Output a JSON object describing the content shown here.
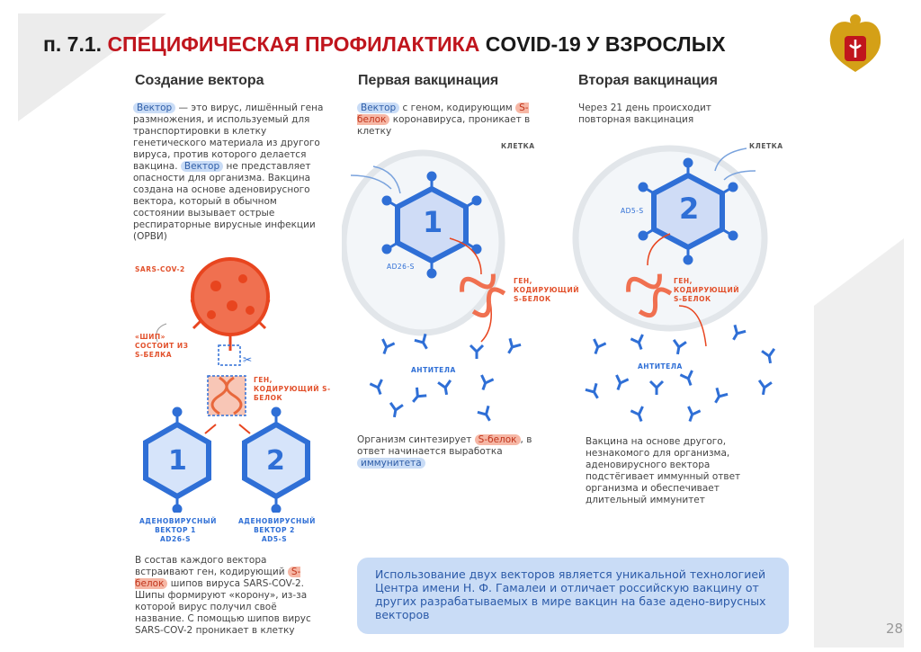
{
  "header": {
    "section": "п. 7.1.",
    "title_red": "СПЕЦИФИЧЕСКАЯ ПРОФИЛАКТИКА",
    "title_black": "COVID-19 У ВЗРОСЛЫХ",
    "emblem": "russian-coat-of-arms-emblem"
  },
  "col1": {
    "heading": "Создание вектора",
    "intro": {
      "hl1": "Вектор",
      "t1": " — это вирус, лишённый гена размножения, и используемый для транспортировки в клетку генетического материала из другого вируса, против которого делается вакцина. ",
      "hl2": "Вектор",
      "t2": " не представляет опасности для организма. Вакцина создана на основе аденовирусного вектора, который в обычном состоянии вызывает острые респираторные вирусные инфекции (ОРВИ)"
    },
    "sars_label": "SARS-COV-2",
    "spike_label": "«ШИП» СОСТОИТ ИЗ S-БЕЛКА",
    "gene_label": "ГЕН, КОДИРУЮЩИЙ S-БЕЛОК",
    "vector1": {
      "number": "1",
      "label": "АДЕНОВИРУСНЫЙ ВЕКТОР 1",
      "code": "AD26-S"
    },
    "vector2": {
      "number": "2",
      "label": "АДЕНОВИРУСНЫЙ ВЕКТОР 2",
      "code": "AD5-S"
    },
    "outro": {
      "t1": "В состав каждого вектора встраивают ген, кодирующий ",
      "hl": "S-белок",
      "t2": " шипов вируса SARS-COV-2. Шипы формируют «корону», из-за которой вирус получил своё название. С помощью шипов вирус SARS-COV-2 проникает в клетку"
    }
  },
  "col2": {
    "heading": "Первая вакцинация",
    "intro": {
      "hl1": "Вектор",
      "t1": " с геном, кодирующим ",
      "hl2": "S-белок",
      "t2": " коронавируса, проникает в клетку"
    },
    "cell_label": "КЛЕТКА",
    "vector_number": "1",
    "vector_code": "AD26-S",
    "gene_label": "ГЕН, КОДИРУЮЩИЙ S-БЕЛОК",
    "antibodies_label": "АНТИТЕЛА",
    "outro": {
      "t1": "Организм синтезирует ",
      "hl1": "S-белок",
      "t2": ", в ответ начинается выработка ",
      "hl2": "иммунитета"
    }
  },
  "col3": {
    "heading": "Вторая вакцинация",
    "intro": "Через 21 день происходит повторная вакцинация",
    "cell_label": "КЛЕТКА",
    "vector_number": "2",
    "vector_code": "AD5-S",
    "gene_label": "ГЕН, КОДИРУЮЩИЙ S-БЕЛОК",
    "antibodies_label": "АНТИТЕЛА",
    "outro": "Вакцина на основе другого, незнакомого для организма, аденовирусного вектора подстёгивает иммунный ответ организма и обеспечивает длительный иммунитет"
  },
  "callout": "Использование двух векторов является уникальной технологией Центра имени Н. Ф. Гамалеи и отличает российскую вакцину от других разрабатываемых в мире вакцин на базе адено-вирусных векторов",
  "page_number": "28"
}
